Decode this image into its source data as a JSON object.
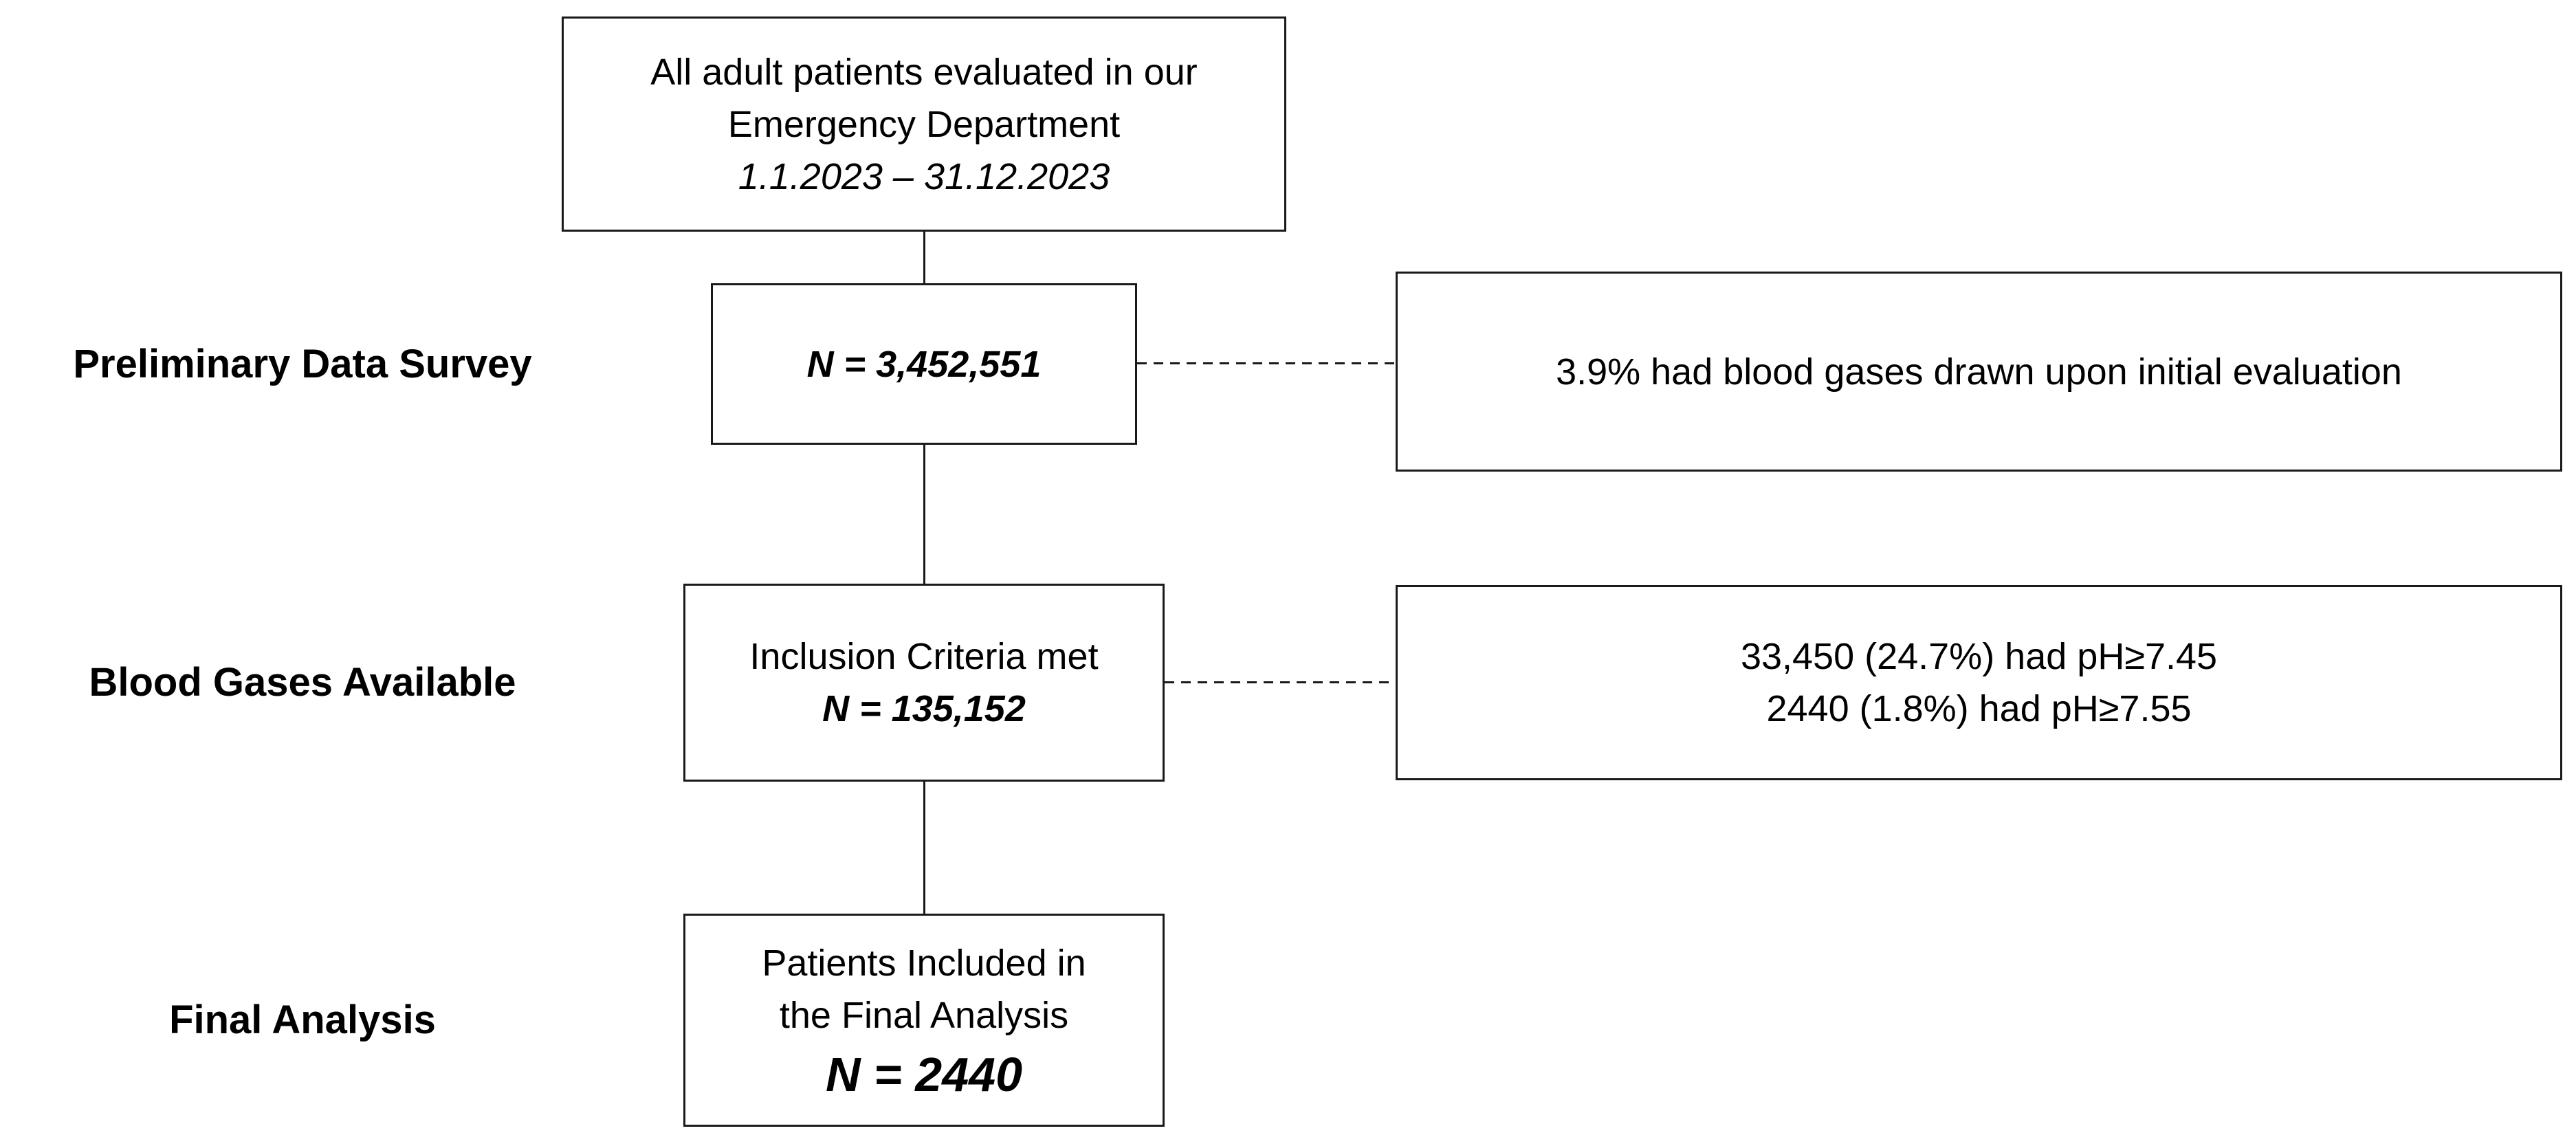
{
  "colors": {
    "background": "#ffffff",
    "border": "#1a1a1a",
    "text": "#000000"
  },
  "top_box": {
    "line1": "All adult patients evaluated in our",
    "line2": "Emergency Department",
    "date_range": "1.1.2023 – 31.12.2023"
  },
  "stages": [
    {
      "label": "Preliminary Data Survey",
      "box": {
        "n": "N = 3,452,551"
      },
      "note": "3.9% had blood gases drawn upon initial evaluation"
    },
    {
      "label": "Blood Gases Available",
      "box": {
        "title": "Inclusion Criteria met",
        "n": "N = 135,152"
      },
      "note_line1": "33,450 (24.7%) had pH≥7.45",
      "note_line2": "2440 (1.8%) had pH≥7.55"
    },
    {
      "label": "Final Analysis",
      "box": {
        "line1": "Patients Included in",
        "line2": "the Final Analysis",
        "n": "N = 2440"
      }
    }
  ]
}
